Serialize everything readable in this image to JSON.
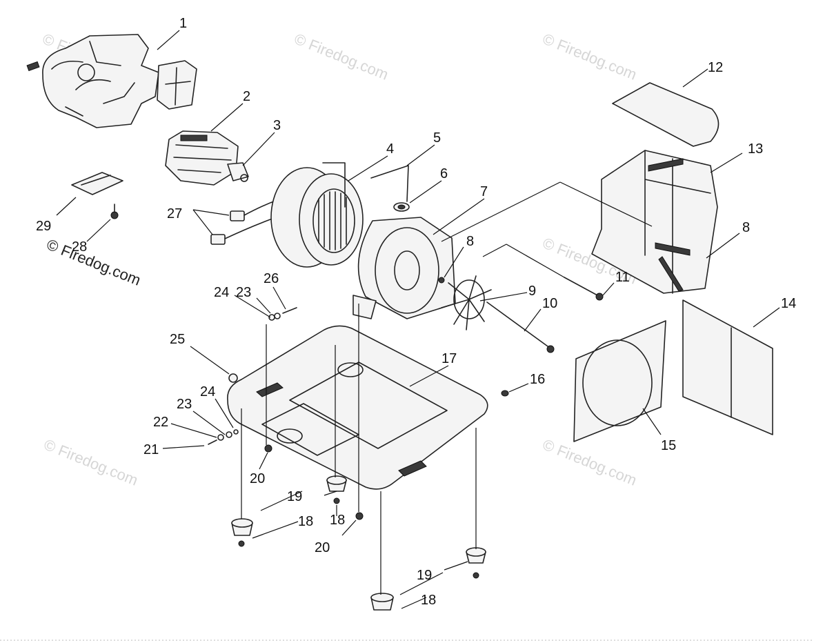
{
  "diagram": {
    "watermark_text": "© Firedog.com",
    "callouts": [
      {
        "id": "c1",
        "label": "1"
      },
      {
        "id": "c2",
        "label": "2"
      },
      {
        "id": "c3",
        "label": "3"
      },
      {
        "id": "c4",
        "label": "4"
      },
      {
        "id": "c5",
        "label": "5"
      },
      {
        "id": "c6",
        "label": "6"
      },
      {
        "id": "c7",
        "label": "7"
      },
      {
        "id": "c8a",
        "label": "8"
      },
      {
        "id": "c8b",
        "label": "8"
      },
      {
        "id": "c9",
        "label": "9"
      },
      {
        "id": "c10",
        "label": "10"
      },
      {
        "id": "c11",
        "label": "11"
      },
      {
        "id": "c12",
        "label": "12"
      },
      {
        "id": "c13",
        "label": "13"
      },
      {
        "id": "c14",
        "label": "14"
      },
      {
        "id": "c15",
        "label": "15"
      },
      {
        "id": "c16",
        "label": "16"
      },
      {
        "id": "c17",
        "label": "17"
      },
      {
        "id": "c18a",
        "label": "18"
      },
      {
        "id": "c18b",
        "label": "18"
      },
      {
        "id": "c18c",
        "label": "18"
      },
      {
        "id": "c19a",
        "label": "19"
      },
      {
        "id": "c19b",
        "label": "19"
      },
      {
        "id": "c20a",
        "label": "20"
      },
      {
        "id": "c20b",
        "label": "20"
      },
      {
        "id": "c21",
        "label": "21"
      },
      {
        "id": "c22",
        "label": "22"
      },
      {
        "id": "c23a",
        "label": "23"
      },
      {
        "id": "c23b",
        "label": "23"
      },
      {
        "id": "c24a",
        "label": "24"
      },
      {
        "id": "c24b",
        "label": "24"
      },
      {
        "id": "c25",
        "label": "25"
      },
      {
        "id": "c26",
        "label": "26"
      },
      {
        "id": "c27",
        "label": "27"
      },
      {
        "id": "c28",
        "label": "28"
      },
      {
        "id": "c29",
        "label": "29"
      }
    ]
  }
}
